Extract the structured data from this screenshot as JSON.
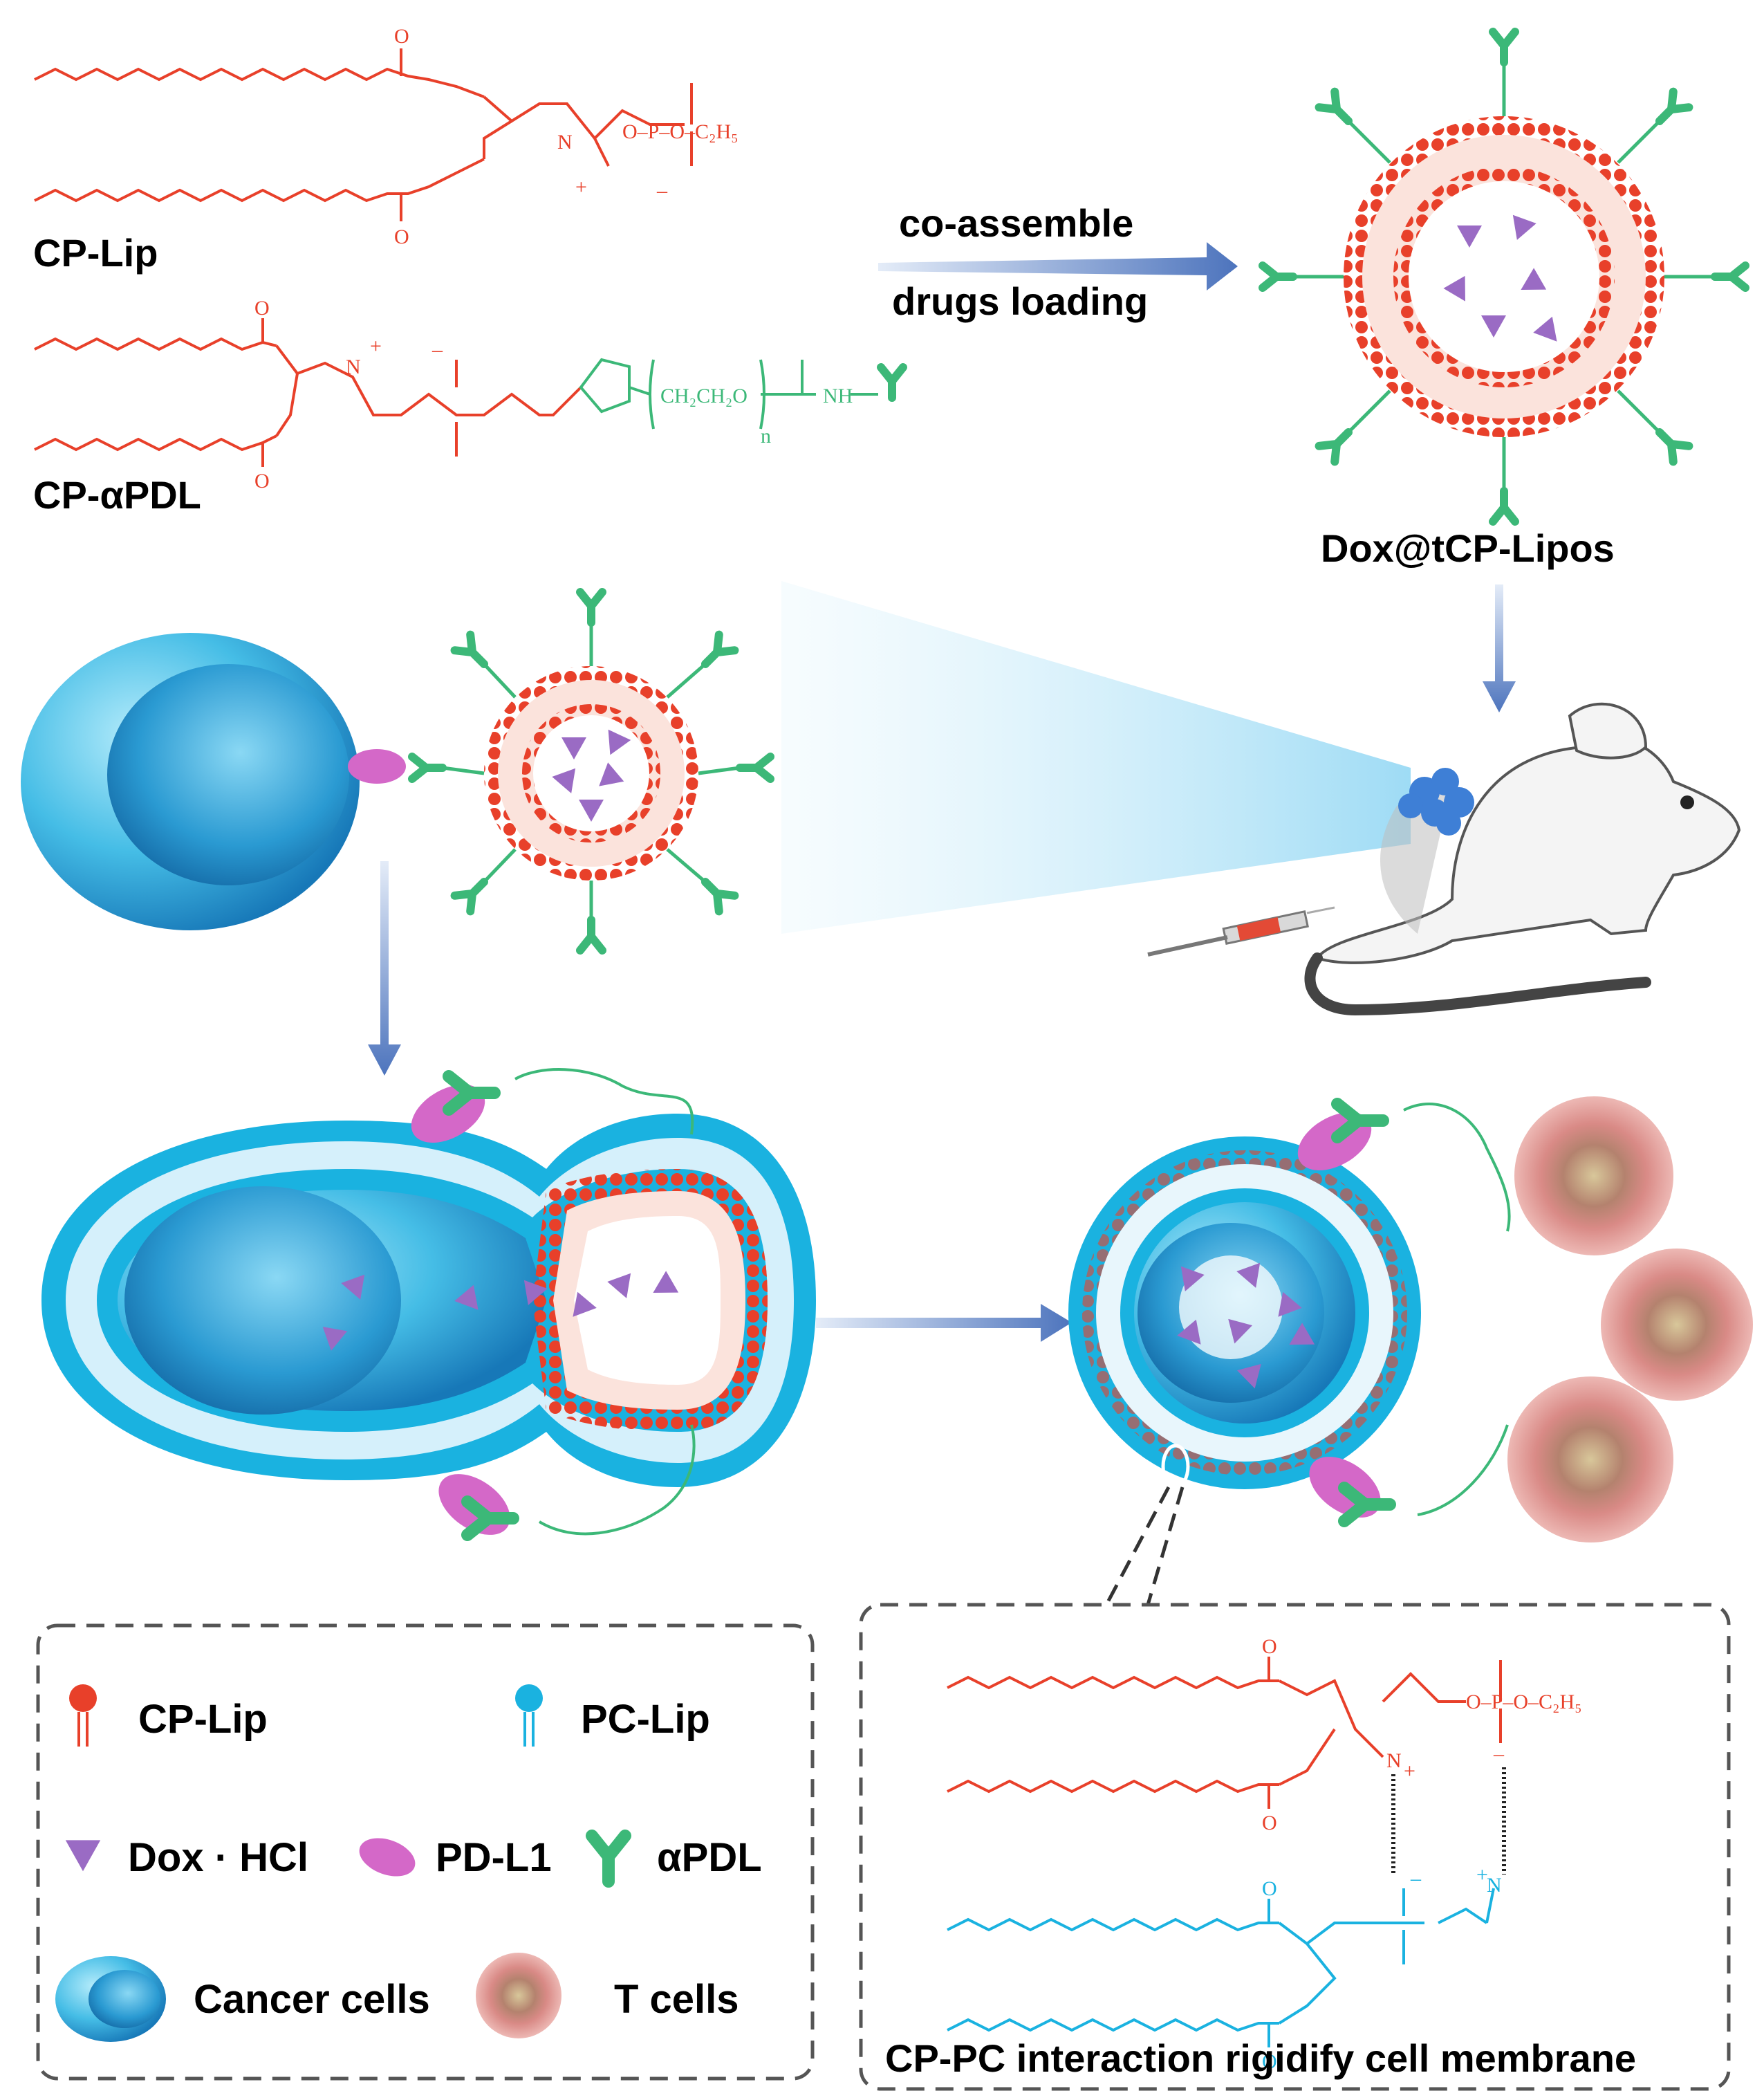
{
  "labels": {
    "cp_lip": "CP-Lip",
    "cp_apdl": "CP-αPDL",
    "co_assemble": "co-assemble",
    "drugs_loading": "drugs loading",
    "dox_tcp_lipos": "Dox@tCP-Lipos"
  },
  "chem": {
    "ester_o": "O",
    "phosphate_group": "O–P–O–C₂H₅",
    "ammonium": "N",
    "charge_plus": "+",
    "charge_minus": "–",
    "peg_chain": "CH₂CH₂O",
    "repeat_n": "n",
    "amide": "NH"
  },
  "legend": {
    "items": [
      {
        "key": "cp_lip",
        "label": "CP-Lip"
      },
      {
        "key": "pc_lip",
        "label": "PC-Lip"
      },
      {
        "key": "dox",
        "label": "Dox · HCl"
      },
      {
        "key": "pdl1",
        "label": "PD-L1"
      },
      {
        "key": "apdl",
        "label": "αPDL"
      },
      {
        "key": "cancer",
        "label": "Cancer cells"
      },
      {
        "key": "tcell",
        "label": "T cells"
      }
    ]
  },
  "inset": {
    "caption": "CP-PC interaction rigidify cell membrane"
  },
  "colors": {
    "cp_red": "#e8402a",
    "pc_blue": "#1ab2e0",
    "antibody_green": "#3cb878",
    "drug_purple": "#9a6bc4",
    "pdl1_pink": "#d468c8",
    "arrow_blue": "#5a7fc4",
    "tcell_pink": "#e9a7a2"
  }
}
